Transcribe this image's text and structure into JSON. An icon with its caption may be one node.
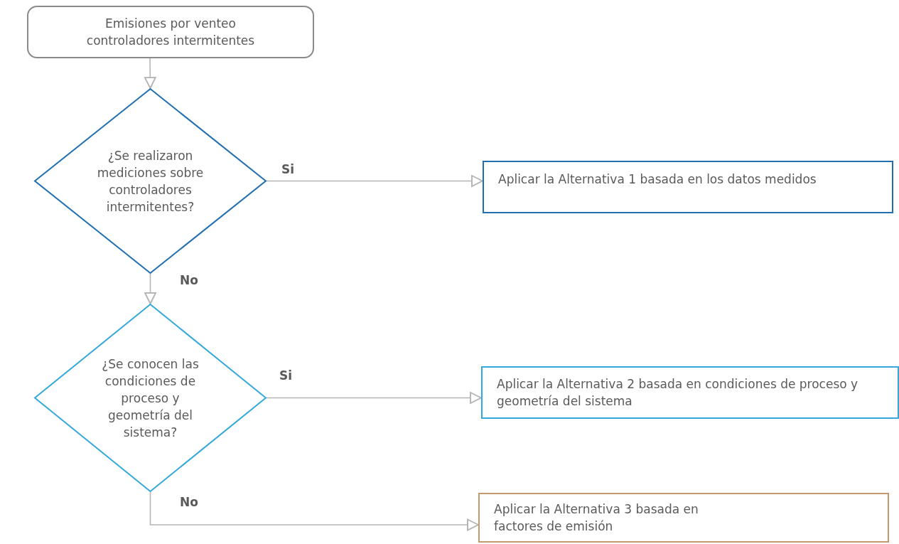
{
  "diagram": {
    "nodes": [
      {
        "text": [
          "Emisiones por venteo controladores intermitentes"
        ]
      },
      {
        "text": [
          "¿Se realizaron mediciones sobre controladores intermitentes?"
        ]
      },
      {
        "text": [
          "Aplicar la Alternativa 1 basada en los datos medidos"
        ]
      },
      {
        "text": [
          "¿Se conocen las condiciones de proceso y geometría del sistema?"
        ]
      },
      {
        "text": [
          "Aplicar la Alternativa 2 basada en condiciones de proceso y geometría del sistema"
        ]
      },
      {
        "text": [
          "Aplicar la Alternativa 3 basada en factores de emisión"
        ]
      }
    ],
    "edges": [
      {
        "from": 0,
        "to": 1,
        "arrow": "to"
      },
      {
        "from": 1,
        "to": 2,
        "arrow": "to",
        "label": "Si"
      },
      {
        "from": 1,
        "to": 3,
        "arrow": "to",
        "label": "No"
      },
      {
        "from": 3,
        "to": 4,
        "arrow": "to",
        "label": "Si"
      },
      {
        "from": 3,
        "to": 5,
        "arrow": "to",
        "label": "No"
      }
    ]
  }
}
